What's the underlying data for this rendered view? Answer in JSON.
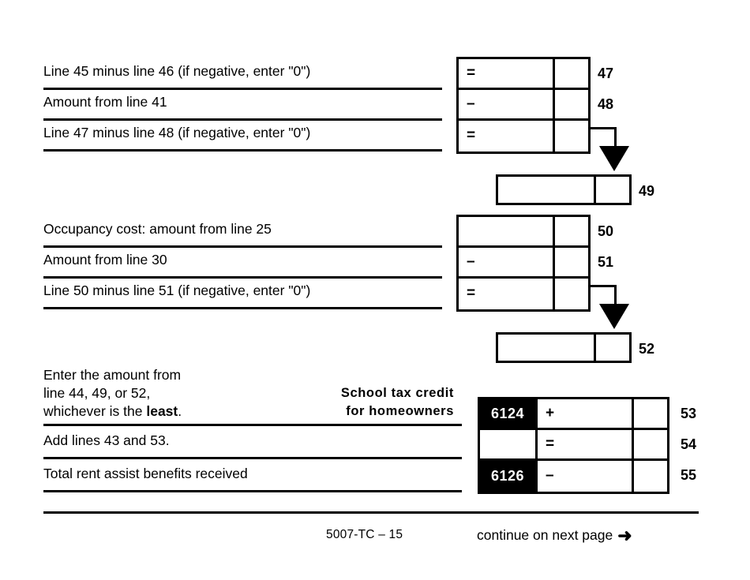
{
  "form": {
    "footer_code": "5007-TC – 15",
    "footer_continue": "continue on next page",
    "footer_arrow_icon": "arrow-right-icon"
  },
  "section_school_tax_credit": {
    "credit_label": "School tax credit\nfor homeowners"
  },
  "rows": [
    {
      "description": "Line 45 minus line 46 (if negative, enter \"0\")",
      "operator": "=",
      "line_no": "47",
      "code": "",
      "amount": "",
      "cents": ""
    },
    {
      "description": "Amount from line 41",
      "operator": "–",
      "line_no": "48",
      "code": "",
      "amount": "",
      "cents": ""
    },
    {
      "description": "Line 47 minus line 48 (if negative, enter \"0\")",
      "operator": "=",
      "line_no": "",
      "code": "",
      "amount": "",
      "cents": ""
    },
    {
      "description": "",
      "operator": "",
      "line_no": "49",
      "code": "",
      "amount": "",
      "cents": ""
    },
    {
      "description": "Occupancy cost: amount from line 25",
      "operator": "",
      "line_no": "50",
      "code": "",
      "amount": "",
      "cents": ""
    },
    {
      "description": "Amount from line 30",
      "operator": "–",
      "line_no": "51",
      "code": "",
      "amount": "",
      "cents": ""
    },
    {
      "description": "Line 50 minus line 51 (if negative, enter \"0\")",
      "operator": "=",
      "line_no": "",
      "code": "",
      "amount": "",
      "cents": ""
    },
    {
      "description": "",
      "operator": "",
      "line_no": "52",
      "code": "",
      "amount": "",
      "cents": ""
    },
    {
      "description": "Enter the amount from\nline 44, 49, or 52,\nwhichever is the ",
      "description_bold": "least",
      "description_tail": ".",
      "operator": "+",
      "line_no": "53",
      "code": "6124",
      "amount": "",
      "cents": ""
    },
    {
      "description": "Add lines 43 and 53.",
      "operator": "=",
      "line_no": "54",
      "code": "",
      "amount": "",
      "cents": ""
    },
    {
      "description": "Total rent assist benefits received",
      "operator": "–",
      "line_no": "55",
      "code": "6126",
      "amount": "",
      "cents": ""
    }
  ]
}
